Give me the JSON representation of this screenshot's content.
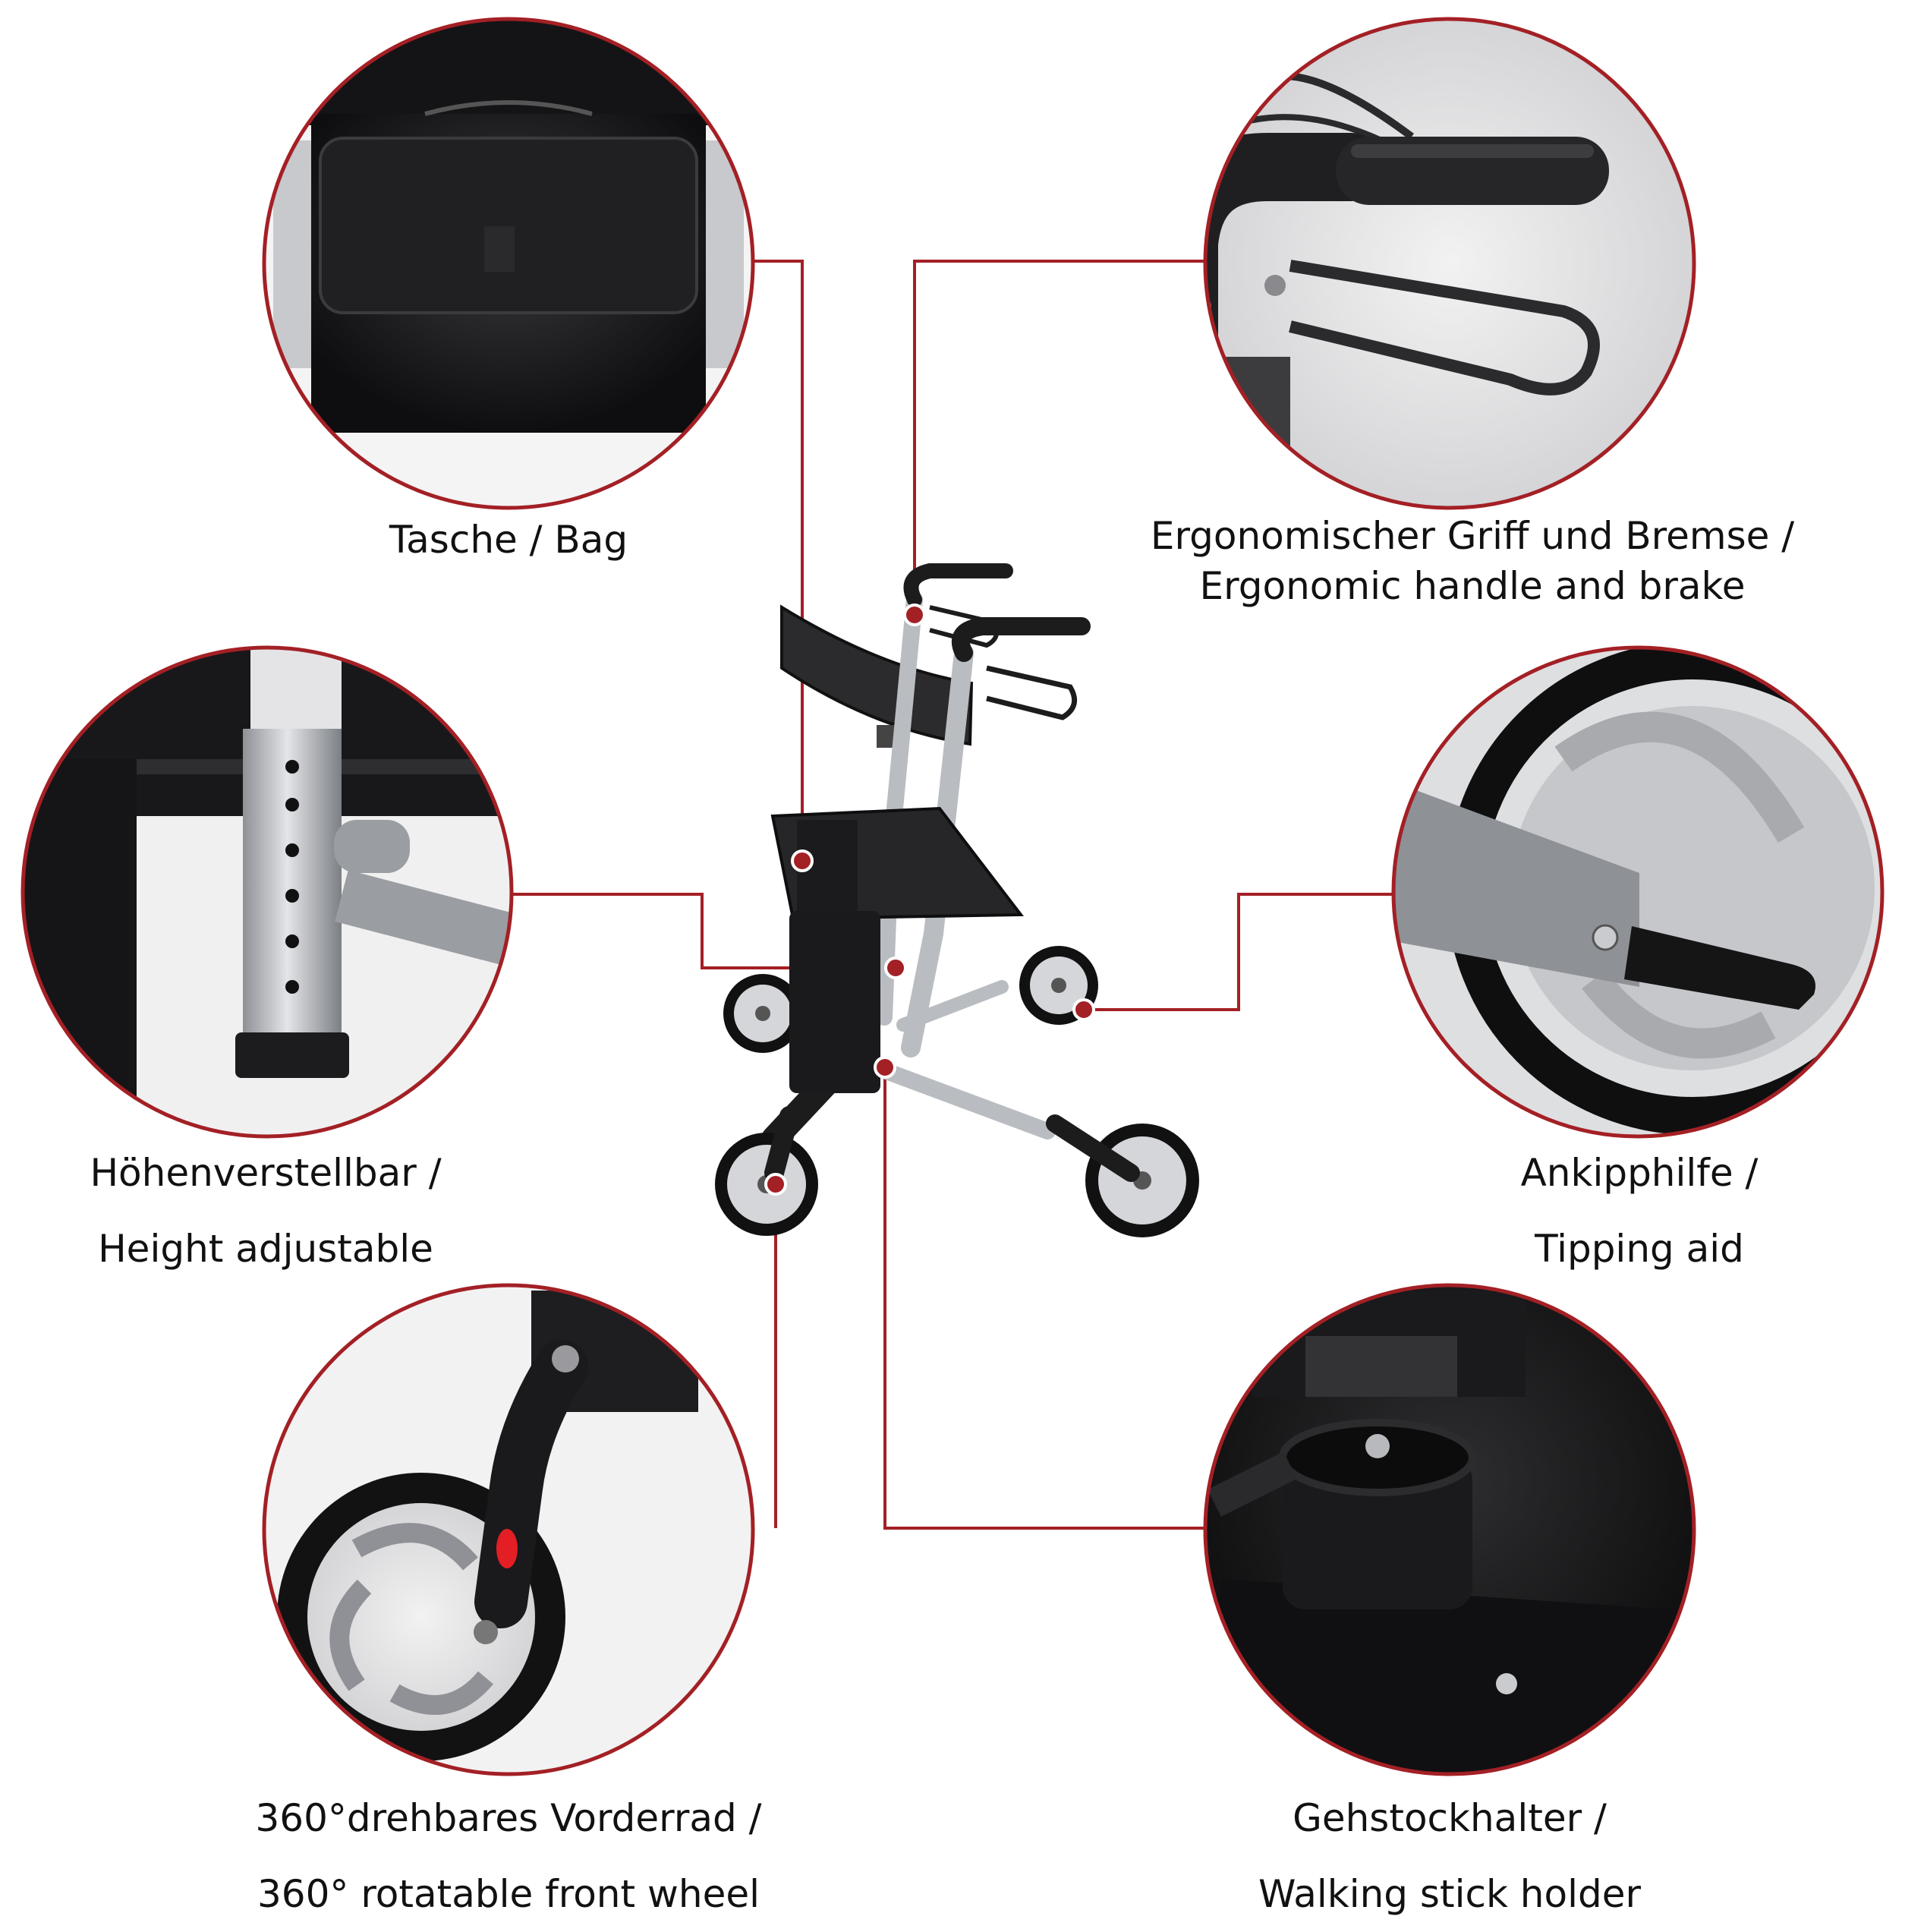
{
  "colors": {
    "accent_red": "#a32025",
    "frame_silver": "#b9bcc0",
    "frame_black": "#1c1c1c",
    "seat_dark": "#262628",
    "wheel_silver": "#d4d6d9"
  },
  "features": [
    {
      "id": "bag",
      "name": "Tasche / Bag",
      "icon": "bag-icon",
      "label_lines": [
        "Tasche / Bag"
      ]
    },
    {
      "id": "handle",
      "name": "Ergonomischer Griff und Bremse / Ergonomic handle and brake",
      "icon": "handle-brake-icon",
      "label_lines": [
        "Ergonomischer Griff und Bremse /",
        "Ergonomic handle and brake"
      ]
    },
    {
      "id": "height",
      "name": "Höhenverstellbar / Height adjustable",
      "icon": "height-adjust-icon",
      "label_lines": [
        "Höhenverstellbar /",
        "Height adjustable"
      ]
    },
    {
      "id": "tipping",
      "name": "Ankipphilfe / Tipping aid",
      "icon": "tipping-aid-icon",
      "label_lines": [
        "Ankipphilfe /",
        "Tipping aid"
      ]
    },
    {
      "id": "wheel",
      "name": "360°drehbares Vorderrad / 360° rotatable front wheel",
      "icon": "front-wheel-icon",
      "label_lines": [
        "360°drehbares Vorderrad /",
        "360° rotatable front wheel"
      ]
    },
    {
      "id": "stick",
      "name": "Gehstockhalter / Walking stick holder",
      "icon": "stick-holder-icon",
      "label_lines": [
        "Gehstockhalter /",
        "Walking stick holder"
      ]
    }
  ]
}
